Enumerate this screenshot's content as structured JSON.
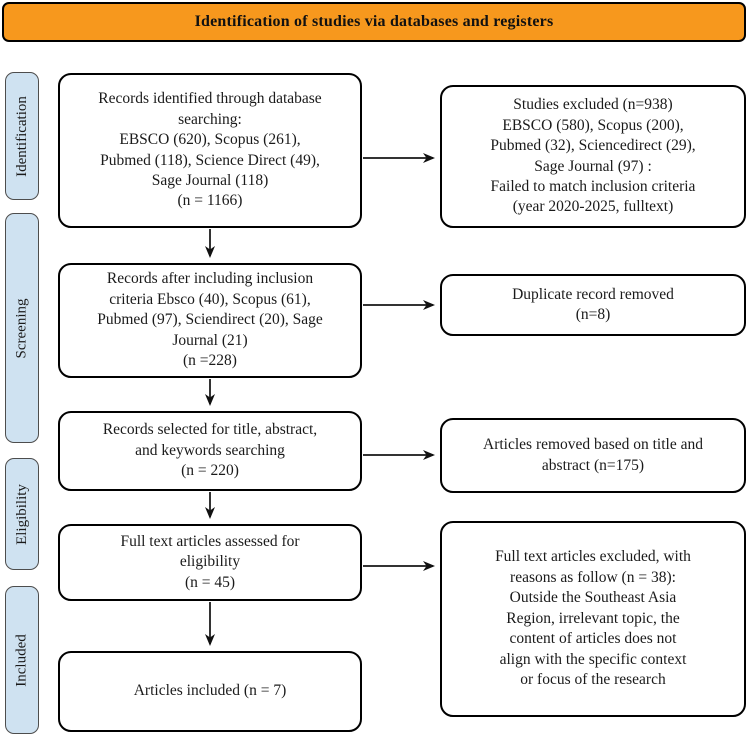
{
  "title": "Identification of studies via databases and registers",
  "colors": {
    "title_bg": "#F7981D",
    "stage_bg": "#CFE2F1",
    "box_bg": "#FFFFFF",
    "border": "#000000",
    "arrow": "#333333"
  },
  "stages": [
    {
      "label": "Identification"
    },
    {
      "label": "Screening"
    },
    {
      "label": "Eligibility"
    },
    {
      "label": "Included"
    }
  ],
  "left_boxes": [
    {
      "text": "Records identified through database\nsearching:\nEBSCO (620), Scopus (261),\nPubmed (118), Science Direct (49),\nSage Journal (118)\n(n = 1166)"
    },
    {
      "text": "Records after including inclusion\ncriteria Ebsco (40), Scopus (61),\nPubmed (97), Sciendirect (20), Sage\nJournal (21)\n(n =228)"
    },
    {
      "text": "Records selected for title, abstract,\nand keywords searching\n(n = 220)"
    },
    {
      "text": "Full text articles assessed for\neligibility\n(n = 45)"
    },
    {
      "text": "Articles included (n = 7)"
    }
  ],
  "right_boxes": [
    {
      "text": "Studies excluded (n=938)\nEBSCO (580), Scopus (200),\nPubmed (32), Sciencedirect (29),\nSage Journal (97) :\nFailed to match inclusion criteria\n(year 2020-2025, fulltext)"
    },
    {
      "text": "Duplicate record removed\n(n=8)"
    },
    {
      "text": "Articles removed based on title and\nabstract (n=175)"
    },
    {
      "text": "Full text articles excluded, with\nreasons as follow (n = 38):\nOutside the Southeast Asia\nRegion, irrelevant topic, the\ncontent of articles does not\nalign with the specific context\nor focus of the research"
    }
  ]
}
